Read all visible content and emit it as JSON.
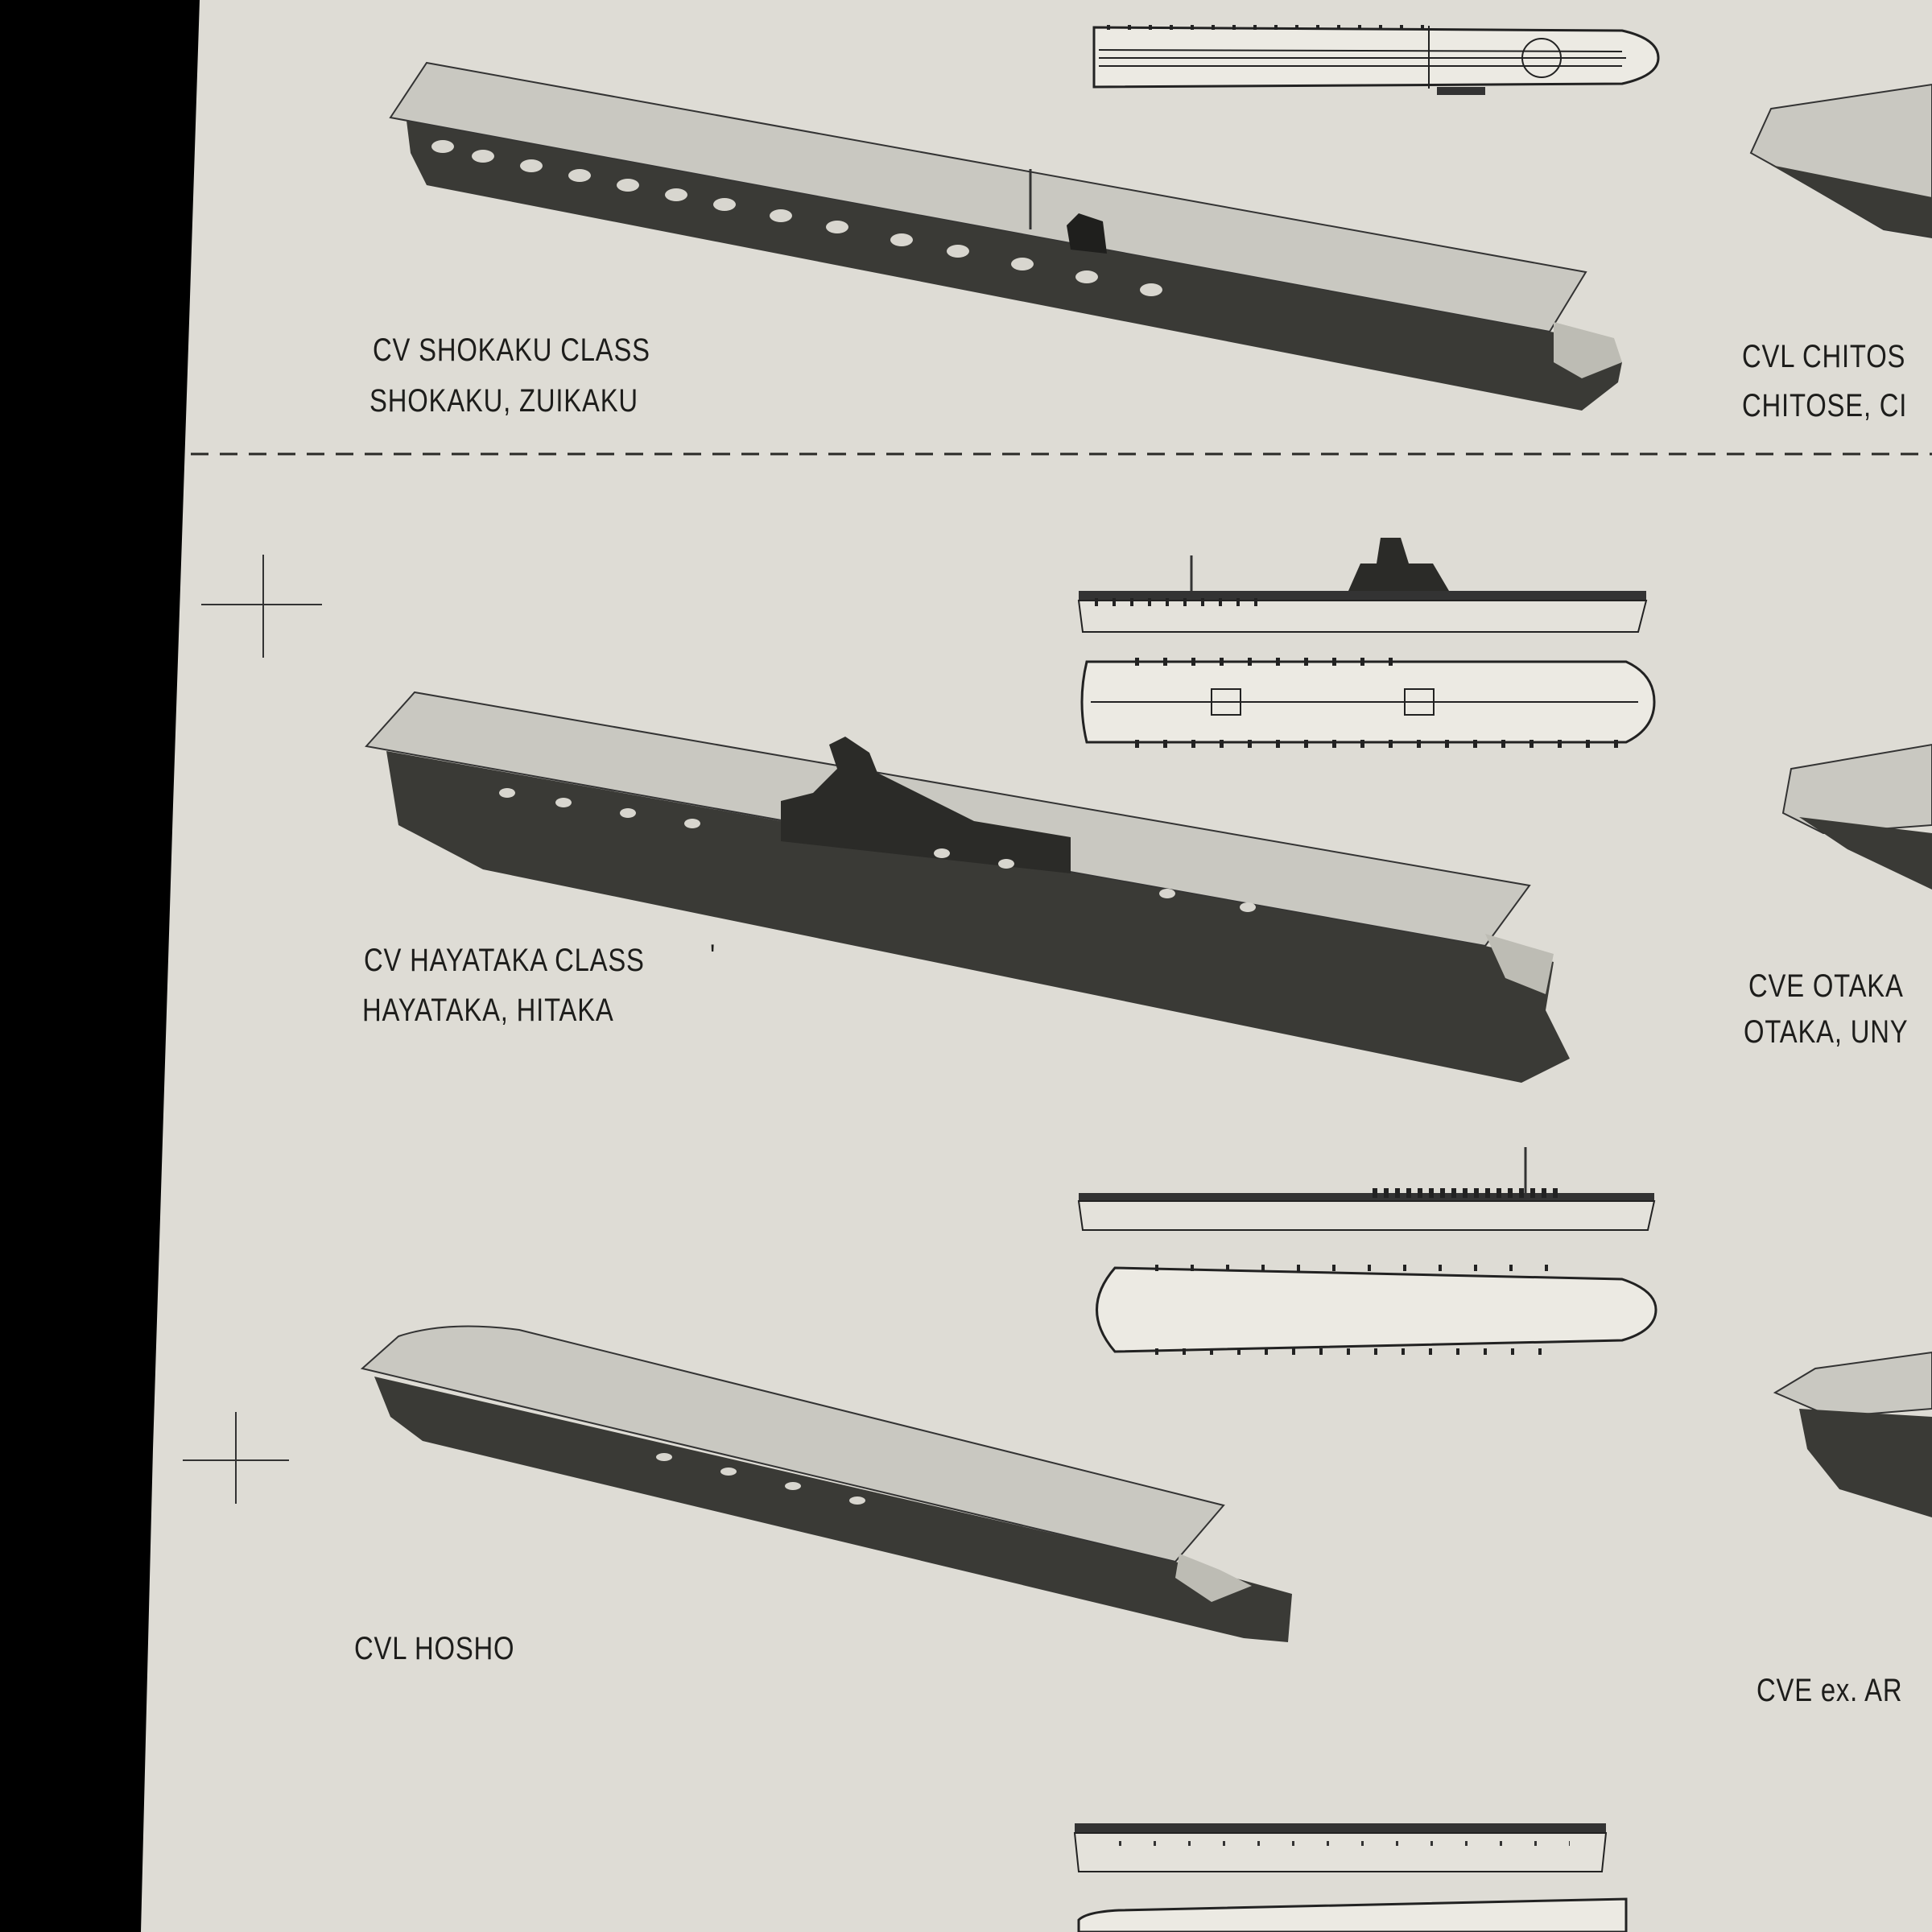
{
  "colors": {
    "paper": "#dedcd5",
    "ink": "#1d1d1b",
    "deck": "#c9c8c1",
    "hull": "#3a3a36",
    "border": "#000000"
  },
  "labels": {
    "shokaku_class": "CV SHOKAKU CLASS",
    "shokaku_ships": "SHOKAKU, ZUIKAKU",
    "chitose_class": "CVL CHITOS",
    "chitose_ships": "CHITOSE, CI",
    "hayataka_class": "CV HAYATAKA CLASS",
    "hayataka_tick": "'",
    "hayataka_ships": "HAYATAKA, HITAKA",
    "otaka_class": "CVE OTAKA",
    "otaka_ships": "OTAKA, UNY",
    "hosho_class": "CVL HOSHO",
    "cve_ex": "CVE ex. AR"
  },
  "icons": {
    "ship_views": [
      "aircraft-carrier-perspective-icon",
      "aircraft-carrier-profile-icon",
      "aircraft-carrier-plan-icon"
    ],
    "marks": [
      "registration-mark-icon"
    ]
  }
}
